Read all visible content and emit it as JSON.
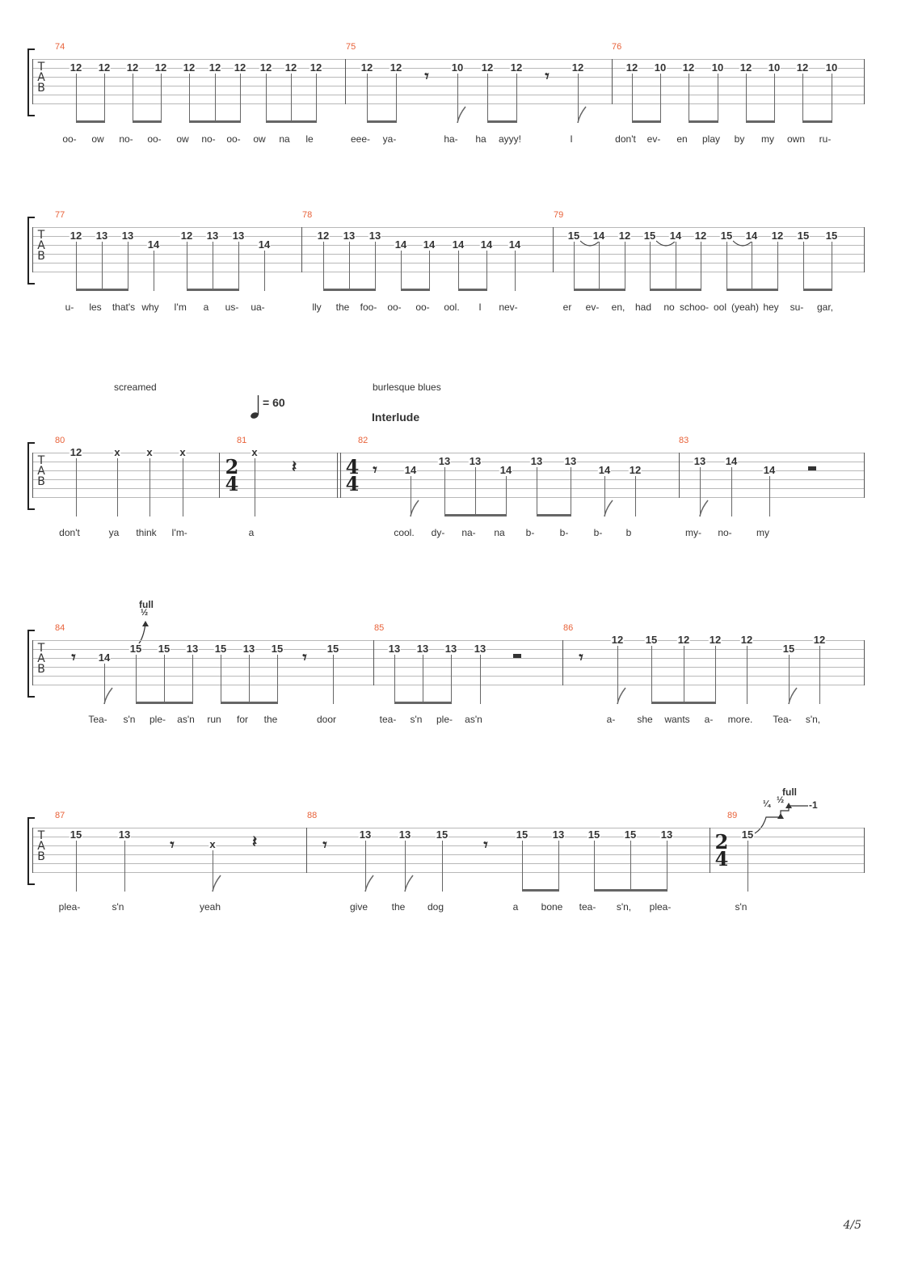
{
  "page_number": "4/5",
  "tab_clef": [
    "T",
    "A",
    "B"
  ],
  "system1": {
    "m74": "74",
    "m75": "75",
    "m76": "76",
    "frets": [
      "12",
      "12",
      "12",
      "12",
      "12",
      "12",
      "12",
      "12",
      "12",
      "12",
      "12",
      "12",
      "10",
      "12",
      "12",
      "12",
      "12",
      "10",
      "12",
      "10",
      "12",
      "10",
      "12",
      "10"
    ],
    "lyrics": [
      "oo-",
      "ow",
      "no-",
      "oo-",
      "ow",
      "no-",
      "oo-",
      "ow",
      "na",
      "le",
      "eee-",
      "ya-",
      "ha-",
      "ha",
      "ayyy!",
      "I",
      "don't",
      "ev-",
      "en",
      "play",
      "by",
      "my",
      "own",
      "ru-"
    ]
  },
  "system2": {
    "m77": "77",
    "m78": "78",
    "m79": "79",
    "frets": [
      "12",
      "13",
      "13",
      "14",
      "12",
      "13",
      "13",
      "14",
      "12",
      "13",
      "13",
      "14",
      "14",
      "14",
      "14",
      "14",
      "15",
      "14",
      "12",
      "15",
      "14",
      "12",
      "15",
      "14",
      "12",
      "15",
      "15"
    ],
    "lyrics": [
      "u-",
      "les",
      "that's",
      "why",
      "I'm",
      "a",
      "us-",
      "ua-",
      "lly",
      "the",
      "foo-",
      "oo-",
      "oo-",
      "ool.",
      "I",
      "nev-",
      "er",
      "ev-",
      "en,",
      "had",
      "no",
      "schoo-",
      "ool",
      "(yeah)",
      "hey",
      "su-",
      "gar,"
    ]
  },
  "system3": {
    "m80": "80",
    "m81": "81",
    "m82": "82",
    "m83": "83",
    "annotation_screamed": "screamed",
    "annotation_blues": "burlesque blues",
    "tempo_text": "= 60",
    "section_label": "Interlude",
    "ts81": [
      "2",
      "4"
    ],
    "ts82": [
      "4",
      "4"
    ],
    "frets": [
      "12",
      "x",
      "x",
      "x",
      "x",
      "14",
      "13",
      "13",
      "14",
      "13",
      "13",
      "14",
      "12",
      "13",
      "14",
      "14"
    ],
    "lyrics": [
      "don't",
      "ya",
      "think",
      "I'm-",
      "a",
      "cool.",
      "dy-",
      "na-",
      "na",
      "b-",
      "b-",
      "b-",
      "b",
      "my-",
      "no-",
      "my"
    ]
  },
  "system4": {
    "m84": "84",
    "m85": "85",
    "m86": "86",
    "bend_full": "full",
    "bend_half": "½",
    "frets": [
      "14",
      "15",
      "15",
      "13",
      "15",
      "13",
      "15",
      "15",
      "13",
      "13",
      "13",
      "13",
      "12",
      "15",
      "12",
      "12",
      "12",
      "15",
      "12"
    ],
    "lyrics": [
      "Tea-",
      "s'n",
      "ple-",
      "as'n",
      "run",
      "for",
      "the",
      "door",
      "tea-",
      "s'n",
      "ple-",
      "as'n",
      "a-",
      "she",
      "wants",
      "a-",
      "more.",
      "Tea-",
      "s'n,"
    ]
  },
  "system5": {
    "m87": "87",
    "m88": "88",
    "m89": "89",
    "ts89": [
      "2",
      "4"
    ],
    "bend_full": "full",
    "bend_quarter": "¼",
    "bend_half": "½",
    "bend_end": "-1",
    "frets": [
      "15",
      "13",
      "x",
      "13",
      "13",
      "15",
      "15",
      "13",
      "15",
      "15",
      "13",
      "15"
    ],
    "lyrics": [
      "plea-",
      "s'n",
      "yeah",
      "give",
      "the",
      "dog",
      "a",
      "bone",
      "tea-",
      "s'n,",
      "plea-",
      "s'n"
    ]
  }
}
